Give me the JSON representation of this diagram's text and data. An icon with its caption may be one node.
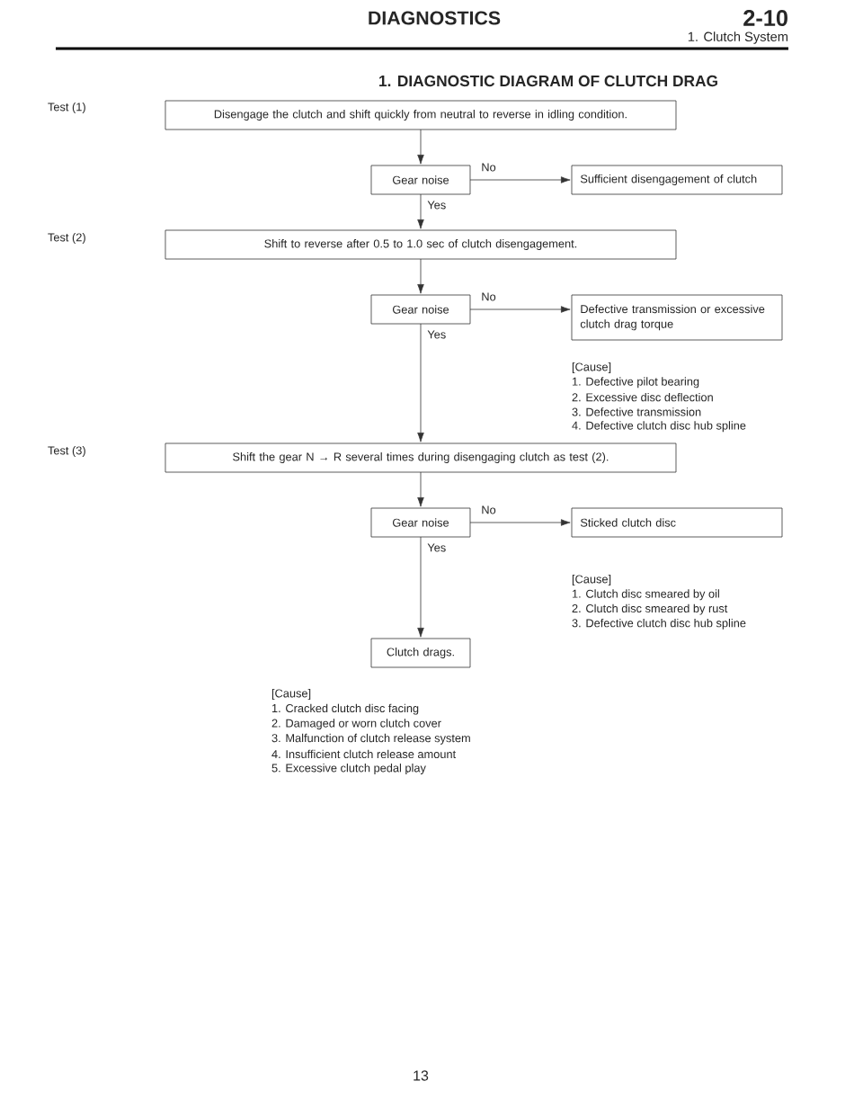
{
  "diagram": {
    "title": "1.  DIAGNOSTIC DIAGRAM OF CLUTCH DRAG",
    "nodes": [
      {
        "text": [
          "Disengage the clutch and shift quickly from neutral to reverse in idling condition."
        ]
      },
      {
        "text": [
          "Gear noise"
        ]
      },
      {
        "text": [
          "Sufficient disengagement of clutch"
        ]
      },
      {
        "text": [
          "Shift to reverse after 0.5 to 1.0 sec of clutch disengagement."
        ]
      },
      {
        "text": [
          "Gear noise"
        ]
      },
      {
        "text": [
          "Defective transmission or excessive clutch drag torque"
        ]
      },
      {
        "text": [
          "Shift the gear N → R several times during disengaging clutch as test (2)."
        ]
      },
      {
        "text": [
          "Gear noise"
        ]
      },
      {
        "text": [
          "Sticked clutch disc"
        ]
      },
      {
        "text": [
          "Clutch drags."
        ]
      }
    ],
    "edges": [
      {
        "from": 0,
        "to": 1,
        "arrow": "to"
      },
      {
        "from": 1,
        "to": 2,
        "arrow": "to",
        "label": "No"
      },
      {
        "from": 1,
        "to": 3,
        "arrow": "to",
        "label": "Yes"
      },
      {
        "from": 3,
        "to": 4,
        "arrow": "to"
      },
      {
        "from": 4,
        "to": 5,
        "arrow": "to",
        "label": "No"
      },
      {
        "from": 4,
        "to": 6,
        "arrow": "to",
        "label": "Yes"
      },
      {
        "from": 6,
        "to": 7,
        "arrow": "to"
      },
      {
        "from": 7,
        "to": 8,
        "arrow": "to",
        "label": "No"
      },
      {
        "from": 7,
        "to": 9,
        "arrow": "to",
        "label": "Yes"
      }
    ],
    "labels": [
      "DIAGNOSTICS",
      "2-10",
      "1. Clutch System",
      "Test (1)",
      "Test (2)",
      "Test (3)",
      "[Cause]",
      "1. Defective pilot bearing",
      "2. Excessive disc deflection",
      "3. Defective transmission",
      "4. Defective clutch disc hub spline",
      "[Cause]",
      "1. Clutch disc smeared by oil",
      "2. Clutch disc smeared by rust",
      "3. Defective clutch disc hub spline",
      "[Cause]",
      "1. Cracked clutch disc facing",
      "2. Damaged or worn clutch cover",
      "3. Malfunction of clutch release system",
      "4. Insufficient clutch release amount",
      "5. Excessive clutch pedal play",
      "13"
    ]
  }
}
